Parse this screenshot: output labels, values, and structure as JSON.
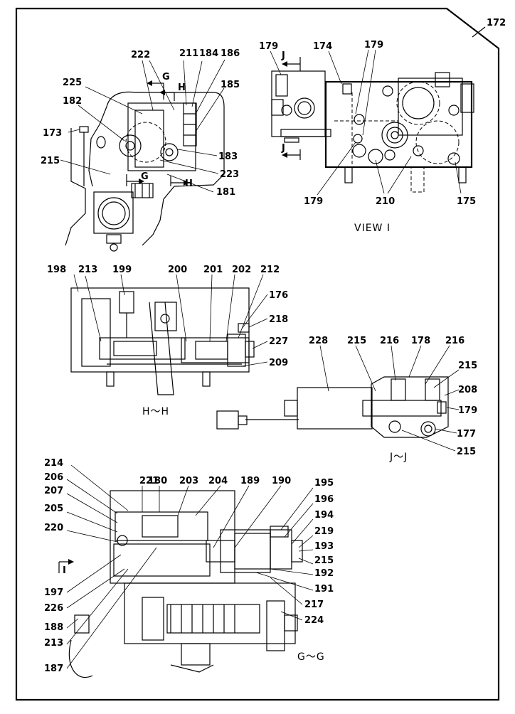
{
  "sheet_number": "172",
  "views": {
    "top_left": {
      "labels": [
        "222",
        "211",
        "184",
        "186",
        "225",
        "185",
        "182",
        "173",
        "183",
        "223",
        "215",
        "181"
      ],
      "section_marks": [
        "G",
        "H",
        "G",
        "H"
      ]
    },
    "view_i": {
      "caption": "VIEW I",
      "labels": [
        "179",
        "174",
        "179",
        "179",
        "210",
        "175"
      ],
      "section_marks": [
        "J",
        "J"
      ]
    },
    "section_hh": {
      "caption": "H～H",
      "labels": [
        "198",
        "213",
        "199",
        "200",
        "201",
        "202",
        "212",
        "176",
        "218",
        "227",
        "209"
      ]
    },
    "section_jj": {
      "caption": "J～J",
      "labels": [
        "228",
        "215",
        "216",
        "178",
        "216",
        "215",
        "208",
        "179",
        "177",
        "215"
      ]
    },
    "section_gg": {
      "caption": "G～G",
      "arrow_label": "I",
      "labels": [
        "214",
        "221",
        "180",
        "203",
        "204",
        "189",
        "190",
        "195",
        "206",
        "196",
        "207",
        "194",
        "205",
        "219",
        "220",
        "193",
        "215",
        "192",
        "191",
        "197",
        "226",
        "217",
        "188",
        "224",
        "213",
        "187"
      ]
    }
  }
}
